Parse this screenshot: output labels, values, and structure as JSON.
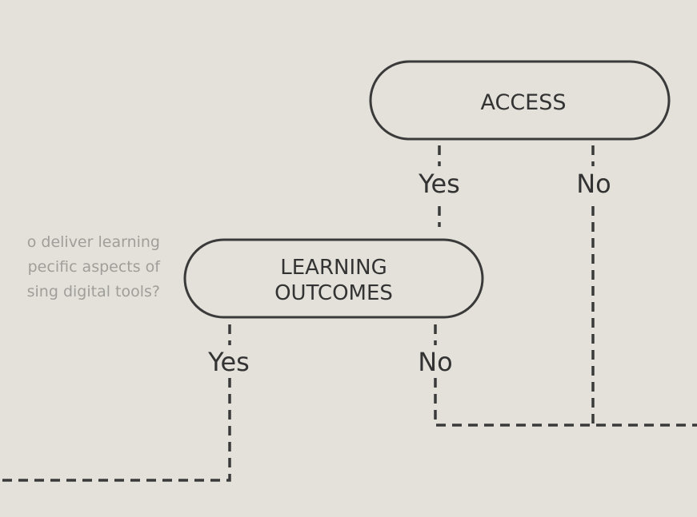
{
  "side_question": {
    "lines": [
      "o deliver learning",
      "pecific aspects of",
      "sing digital tools?"
    ]
  },
  "nodes": {
    "access": {
      "label": "ACCESS"
    },
    "learning_outcomes": {
      "label_lines": [
        "LEARNING",
        "OUTCOMES"
      ]
    }
  },
  "edges": {
    "access_yes": "Yes",
    "access_no": "No",
    "outcomes_yes": "Yes",
    "outcomes_no": "No"
  },
  "colors": {
    "background": "#e4e1da",
    "stroke": "#3a3a3a",
    "text": "#333333",
    "muted_text": "#a09e9a"
  }
}
